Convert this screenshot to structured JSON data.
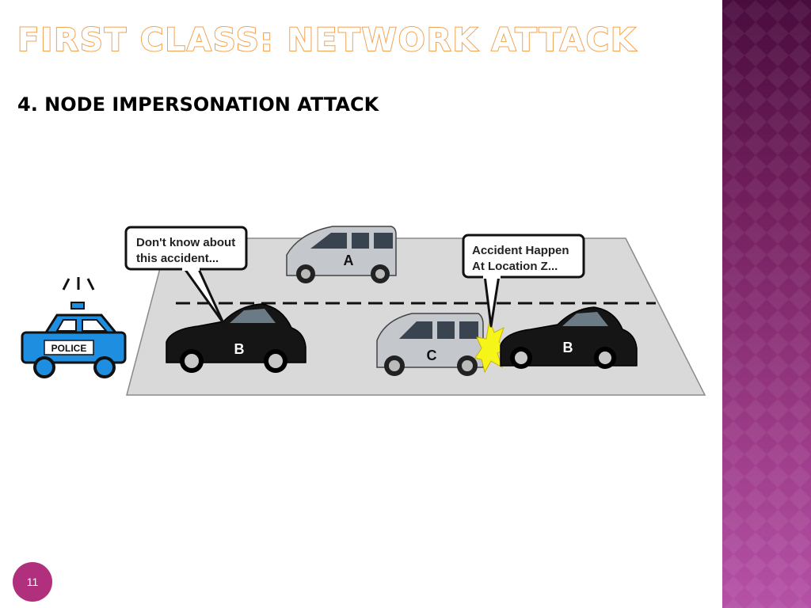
{
  "slide": {
    "title": "FIRST CLASS: NETWORK ATTACK",
    "subtitle": "4. NODE IMPERSONATION ATTACK",
    "page_number": "11"
  },
  "illustration": {
    "police_label": "POLICE",
    "bubble_left": [
      "Don't know about",
      "this accident..."
    ],
    "bubble_right": [
      "Accident  Happen",
      "At Location Z..."
    ],
    "car_a_label": "A",
    "car_b_left_label": "B",
    "car_c_label": "C",
    "car_b_right_label": "B"
  },
  "colors": {
    "title_orange": "#f0a050",
    "side_band_top": "#4a0c3e",
    "side_band_bottom": "#b551a6",
    "badge": "#b0307e",
    "road": "#d9d9d9",
    "police_blue": "#1e8ee0",
    "crash_yellow": "#f5f51a"
  }
}
